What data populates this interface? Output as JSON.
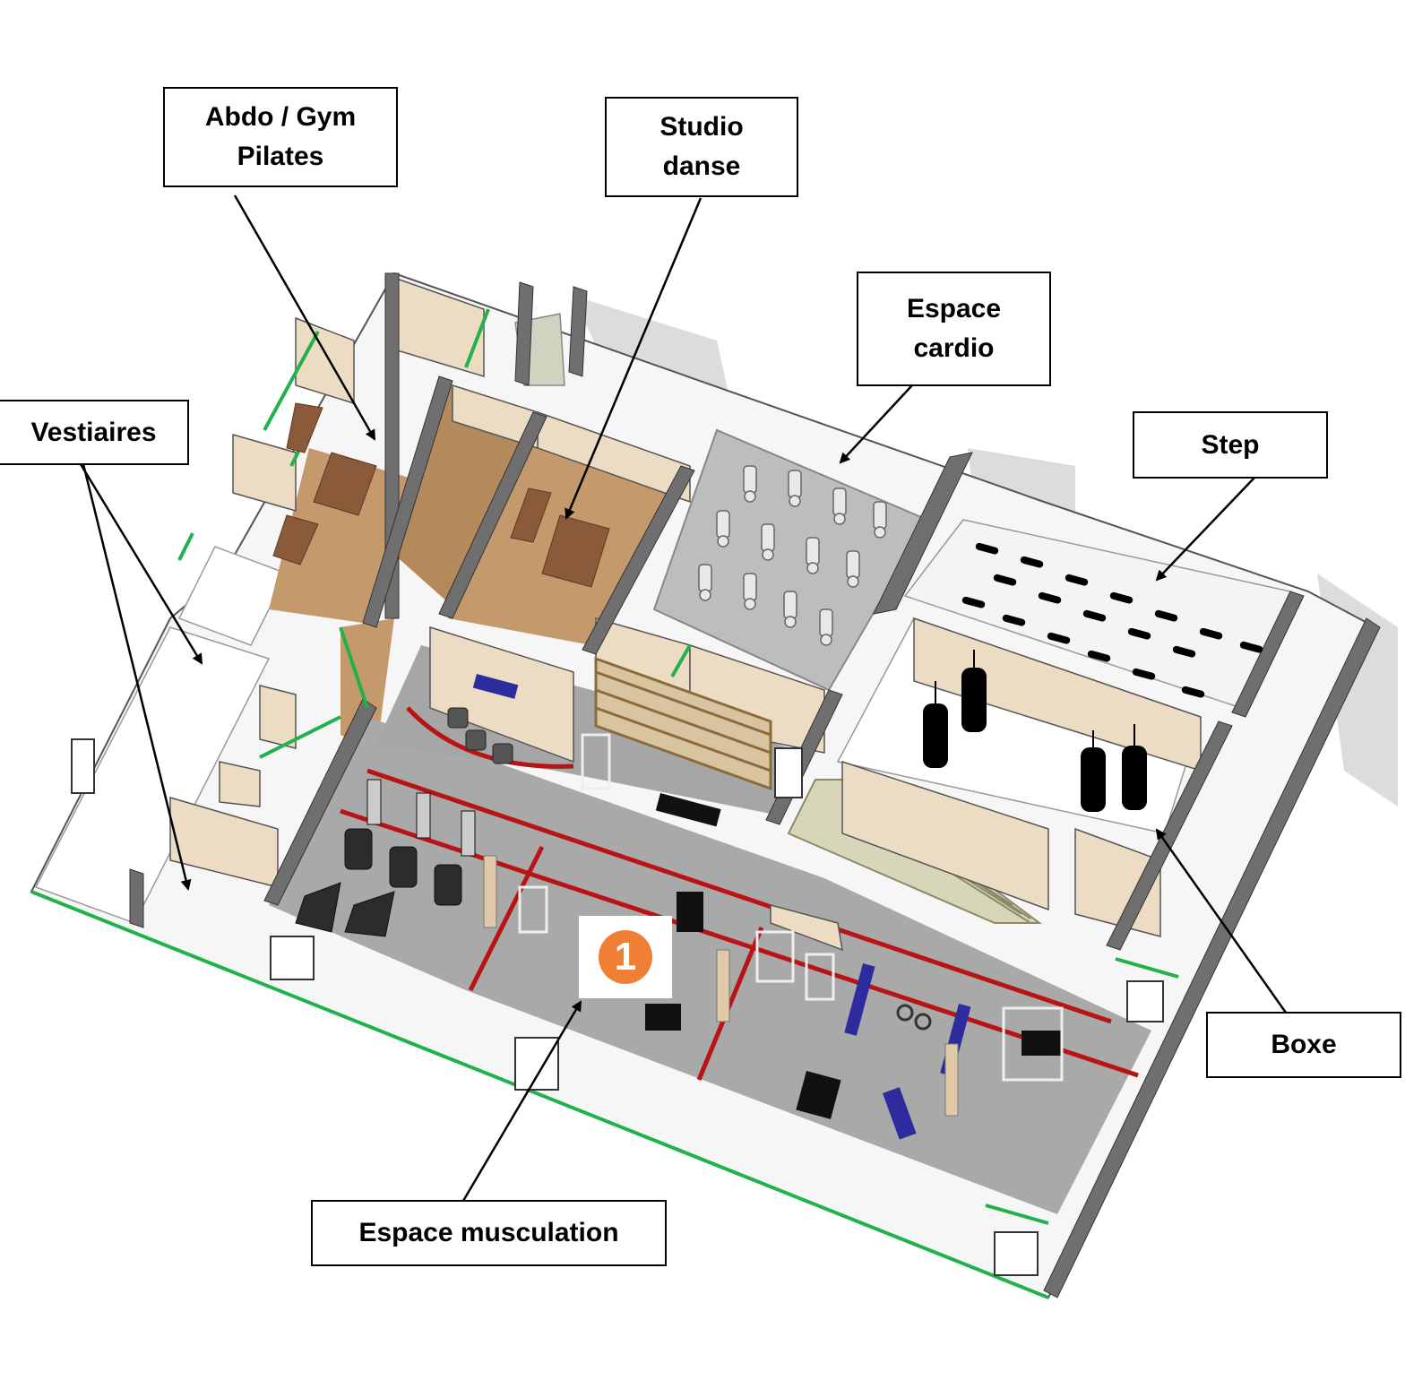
{
  "labels": {
    "abdo_gym": "Abdo / Gym\nPilates",
    "studio_danse": "Studio\ndanse",
    "espace_cardio": "Espace\ncardio",
    "vestiaires": "Vestiaires",
    "step": "Step",
    "boxe": "Boxe",
    "espace_musculation": "Espace musculation"
  },
  "marker": {
    "number": "1",
    "color": "#ee7f35"
  },
  "colors": {
    "floor_grey": "#a9a9a9",
    "wood_floor": "#c49a6c",
    "wall_beige": "#ecdcc4",
    "wall_dark": "#6f6f6f",
    "red_line": "#b81414",
    "green_edge": "#22b14c",
    "bench_blue": "#2c2c9e"
  }
}
